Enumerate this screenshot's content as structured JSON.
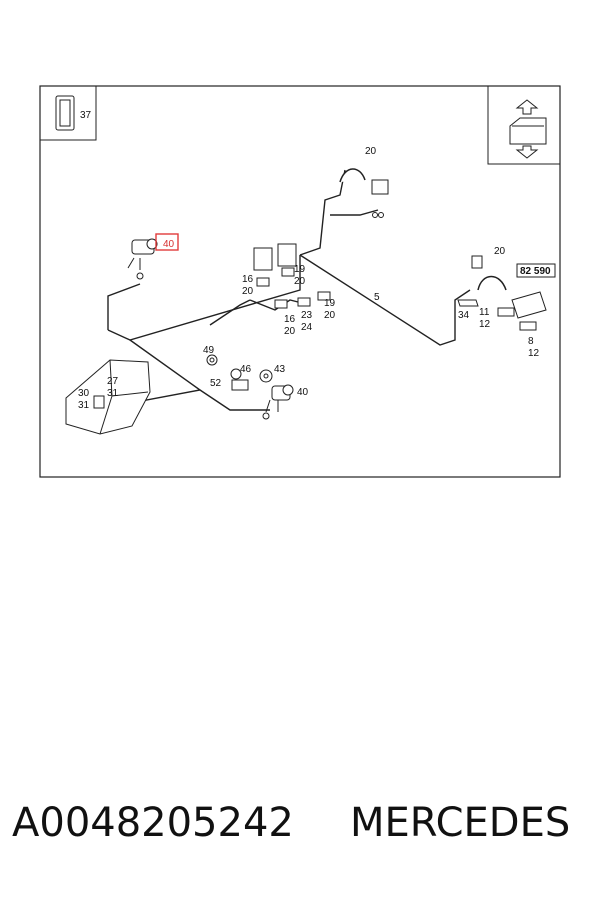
{
  "diagram": {
    "callouts": {
      "c37": "37",
      "c20_top": "20",
      "c40_highlight": "40",
      "c16a": "16",
      "c20a": "20",
      "c19a": "19",
      "c20b": "20",
      "c5": "5",
      "c16b": "16",
      "c20c": "20",
      "c23": "23",
      "c24": "24",
      "c19b": "19",
      "c20d": "20",
      "c20_right": "20",
      "c34": "34",
      "c11": "11",
      "c12a": "12",
      "c8": "8",
      "c12b": "12",
      "c49": "49",
      "c46": "46",
      "c43": "43",
      "c52": "52",
      "c40": "40",
      "c27": "27",
      "c30": "30",
      "c31a": "31",
      "c31b": "31"
    },
    "reference_box": "82 590",
    "highlight_color": "#e03b3b"
  },
  "caption": {
    "part_number": "A0048205242",
    "brand": "MERCEDES"
  }
}
